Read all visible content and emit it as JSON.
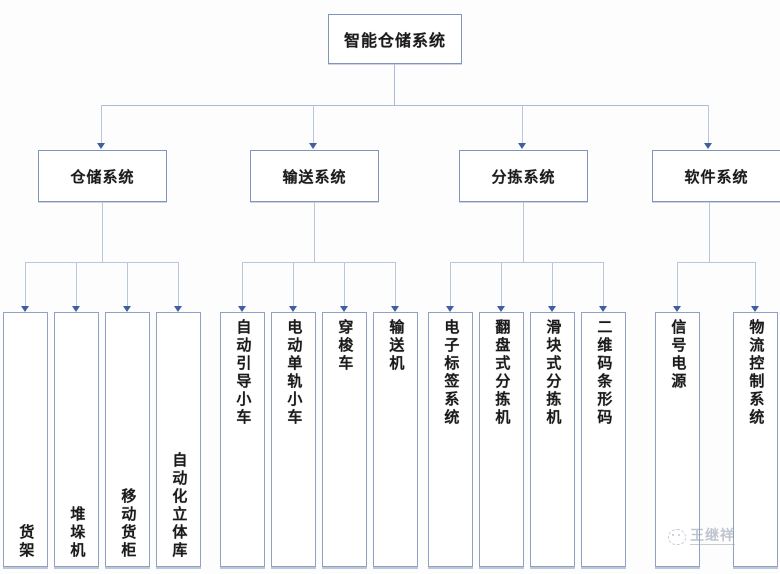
{
  "diagram": {
    "title": "智能仓储系统",
    "type": "org-tree",
    "colors": {
      "box_border": "#8095bb",
      "leaf_border": "#8fa2c4",
      "connector": "#b8c6de",
      "arrow": "#3f5fa0",
      "background": "#fdfdfd",
      "text": "#1a1a1a"
    },
    "root": {
      "label": "智能仓储系统"
    },
    "branches": [
      {
        "label": "仓储系统",
        "leaves": [
          {
            "label": "货架"
          },
          {
            "label": "堆垛机"
          },
          {
            "label": "移动货柜"
          },
          {
            "label": "自动化立体库"
          }
        ]
      },
      {
        "label": "输送系统",
        "leaves": [
          {
            "label": "自动引导小车"
          },
          {
            "label": "电动单轨小车"
          },
          {
            "label": "穿梭车"
          },
          {
            "label": "输送机"
          }
        ]
      },
      {
        "label": "分拣系统",
        "leaves": [
          {
            "label": "电子标签系统"
          },
          {
            "label": "翻盘式分拣机"
          },
          {
            "label": "滑块式分拣机"
          },
          {
            "label": "二维码条形码"
          }
        ]
      },
      {
        "label": "软件系统",
        "leaves": [
          {
            "label": "信号电源"
          },
          {
            "label": "物流控制系统"
          }
        ]
      }
    ]
  },
  "watermark": {
    "logo": "wechat-icon",
    "text": "王继祥"
  }
}
